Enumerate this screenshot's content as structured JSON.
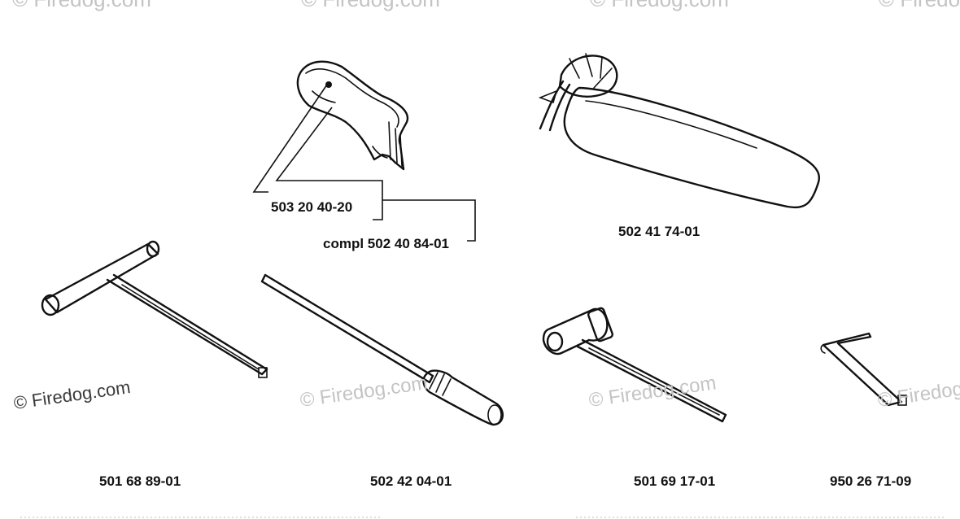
{
  "watermark": {
    "text": "© Firedog.com"
  },
  "parts": {
    "guide_cover": "503 20 40-20",
    "guide_cover_complete": "compl 502 40 84-01",
    "bar_cover": "502 41 74-01",
    "t_wrench": "501 68 89-01",
    "screwdriver": "502 42 04-01",
    "combination_wrench": "501 69 17-01",
    "hex_key": "950 26 71-09"
  },
  "icons": {
    "guide_cover": "chain-guide-cover-icon",
    "bar_cover": "bar-cover-sheath-icon",
    "t_wrench": "t-socket-wrench-icon",
    "screwdriver": "file-screwdriver-icon",
    "combination_wrench": "combination-spark-plug-wrench-icon",
    "hex_key": "hex-allen-key-icon"
  }
}
